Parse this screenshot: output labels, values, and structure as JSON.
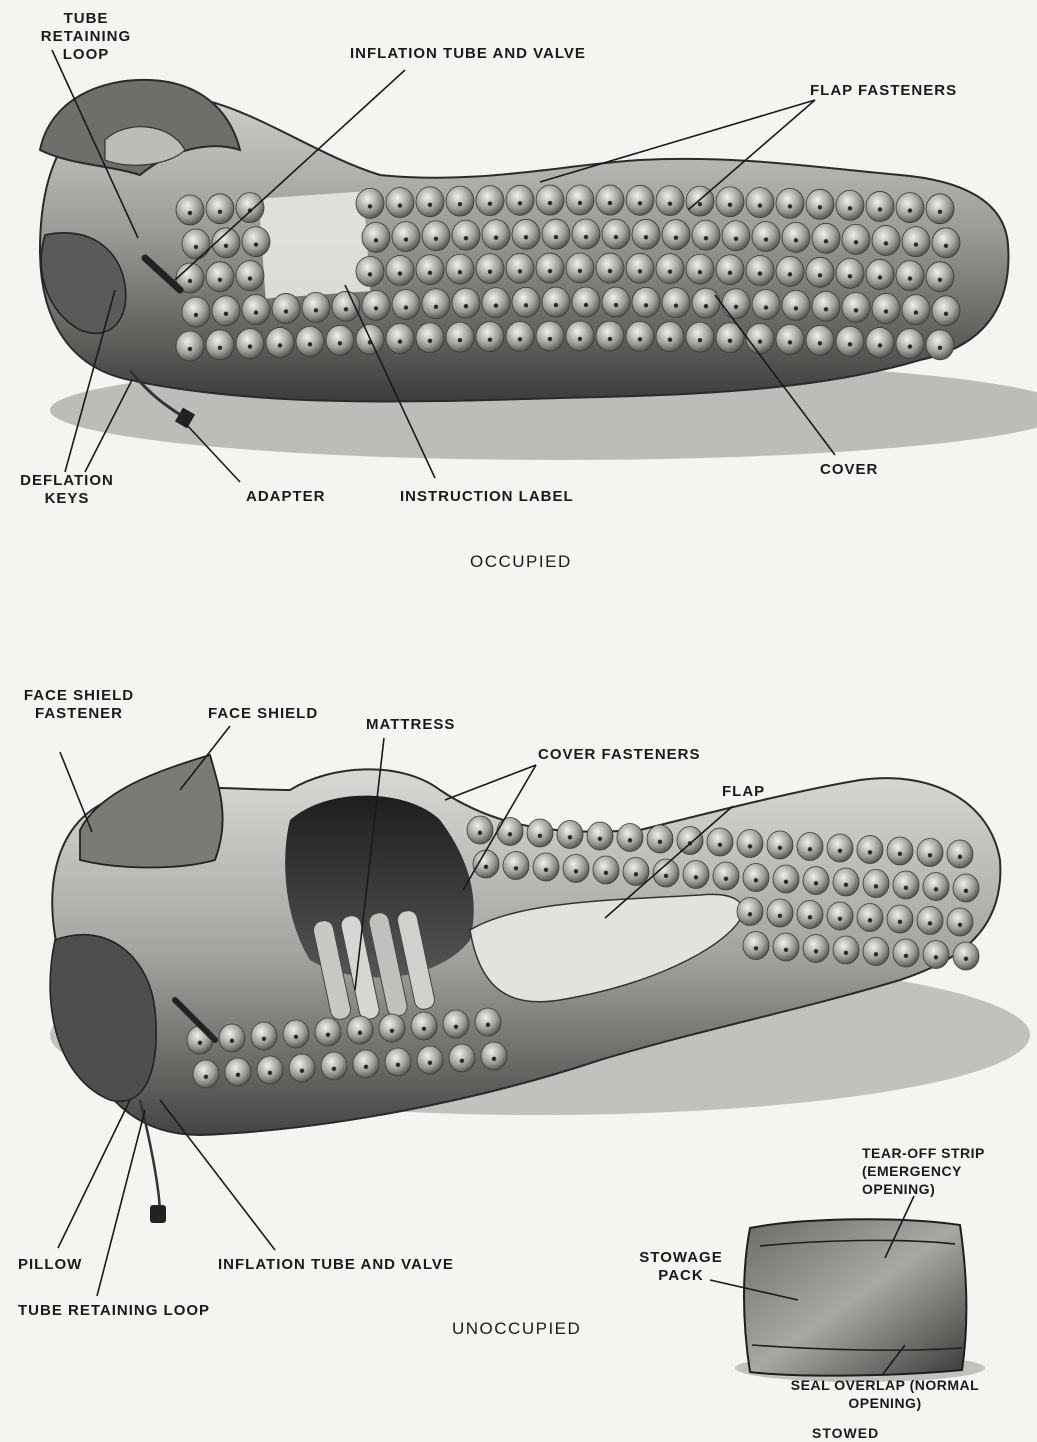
{
  "occupied": {
    "caption": "OCCUPIED",
    "labels": {
      "tube_retaining_loop": "TUBE RETAINING LOOP",
      "inflation_tube_and_valve": "INFLATION TUBE AND VALVE",
      "flap_fasteners": "FLAP FASTENERS",
      "deflation_keys": "DEFLATION KEYS",
      "adapter": "ADAPTER",
      "instruction_label": "INSTRUCTION LABEL",
      "cover": "COVER"
    }
  },
  "unoccupied": {
    "caption": "UNOCCUPIED",
    "labels": {
      "face_shield_fastener": "FACE SHIELD FASTENER",
      "face_shield": "FACE SHIELD",
      "mattress": "MATTRESS",
      "cover_fasteners": "COVER FASTENERS",
      "flap": "FLAP",
      "pillow": "PILLOW",
      "inflation_tube_and_valve": "INFLATION TUBE AND VALVE",
      "tube_retaining_loop": "TUBE RETAINING LOOP"
    }
  },
  "stowed": {
    "caption": "STOWED",
    "labels": {
      "tear_off_strip": "TEAR-OFF STRIP (EMERGENCY OPENING)",
      "stowage_pack": "STOWAGE PACK",
      "seal_overlap": "SEAL OVERLAP (NORMAL OPENING)"
    }
  },
  "colors": {
    "background": "#f4f4f1",
    "ink": "#1a1a1a",
    "bag_dark": "#3a3a3a",
    "bag_mid": "#8a8a8a",
    "bag_light": "#d6d6d2"
  }
}
